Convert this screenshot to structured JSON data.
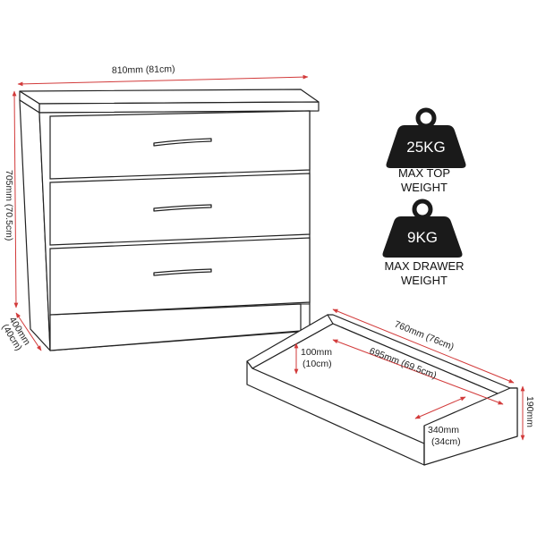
{
  "chest": {
    "width_label": "810mm (81cm)",
    "height_label": "705mm (70.5cm)",
    "depth_label_line1": "400mm",
    "depth_label_line2": "(40cm)"
  },
  "drawer": {
    "outer_width_label": "760mm (76cm)",
    "inner_width_label": "695mm (69.5cm)",
    "inner_height_line1": "100mm",
    "inner_height_line2": "(10cm)",
    "inner_depth_line1": "340mm",
    "inner_depth_line2": "(34cm)",
    "outer_height_label": "190mm"
  },
  "weights": [
    {
      "value": "25KG",
      "label_line1": "MAX TOP",
      "label_line2": "WEIGHT"
    },
    {
      "value": "9KG",
      "label_line1": "MAX DRAWER",
      "label_line2": "WEIGHT"
    }
  ],
  "colors": {
    "dimension": "#d23a3a",
    "weight_icon": "#1a1a1a"
  }
}
